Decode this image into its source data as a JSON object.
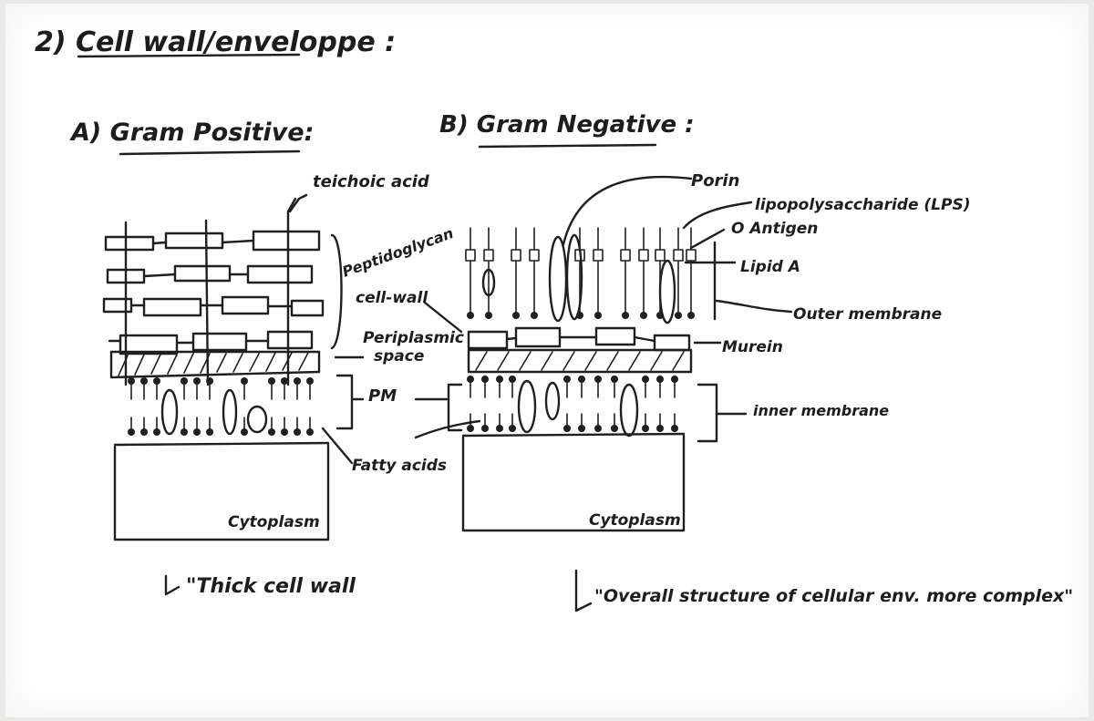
{
  "section_title": "2) Cell wall/enveloppe :",
  "gram_positive": {
    "heading": "A) Gram Positive:",
    "labels": {
      "teichoic_acid": "teichoic acid",
      "peptidoglycan": "Peptidoglycan",
      "cell_wall": "cell-wall",
      "periplasmic": "Periplasmic",
      "space": "space",
      "pm": "PM",
      "fatty_acids": "Fatty acids",
      "cytoplasm": "Cytoplasm"
    },
    "note": "\"Thick cell wall"
  },
  "gram_negative": {
    "heading": "B) Gram Negative :",
    "labels": {
      "porin": "Porin",
      "lps": "lipopolysaccharide (LPS)",
      "o_antigen": "O Antigen",
      "lipid_a": "Lipid A",
      "outer_membrane": "Outer membrane",
      "murein": "Murein",
      "inner_membrane": "inner membrane",
      "cytoplasm": "Cytoplasm"
    },
    "note": "\"Overall structure of cellular env. more complex\""
  },
  "colors": {
    "ink": "#1f1f1f",
    "board": "#ffffff",
    "frame": "#e9e9e7"
  }
}
